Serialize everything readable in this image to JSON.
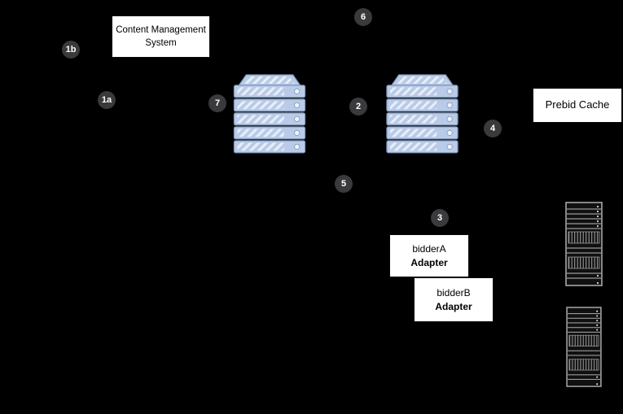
{
  "nodes": {
    "cms": {
      "line1": "Content Management",
      "line2": "System"
    },
    "prebid_cache": {
      "label": "Prebid Cache"
    },
    "bidder_a": {
      "name": "bidderA",
      "type": "Adapter"
    },
    "bidder_b": {
      "name": "bidderB",
      "type": "Adapter"
    }
  },
  "badges": {
    "b1a": "1a",
    "b1b": "1b",
    "b2": "2",
    "b3": "3",
    "b4": "4",
    "b5": "5",
    "b6": "6",
    "b7": "7"
  },
  "icons": {
    "server_stack_left": "server-stack",
    "server_stack_right": "server-stack",
    "server_rack_top": "server-rack",
    "server_rack_bottom": "server-rack"
  },
  "colors": {
    "background": "#000000",
    "badge_fill": "#3a3a3c",
    "badge_text": "#ffffff",
    "node_fill": "#ffffff",
    "node_text": "#000000",
    "server_fill": "#b9cbe8",
    "server_outline": "#7d94b5",
    "rack_outline": "#b0b0b0"
  }
}
